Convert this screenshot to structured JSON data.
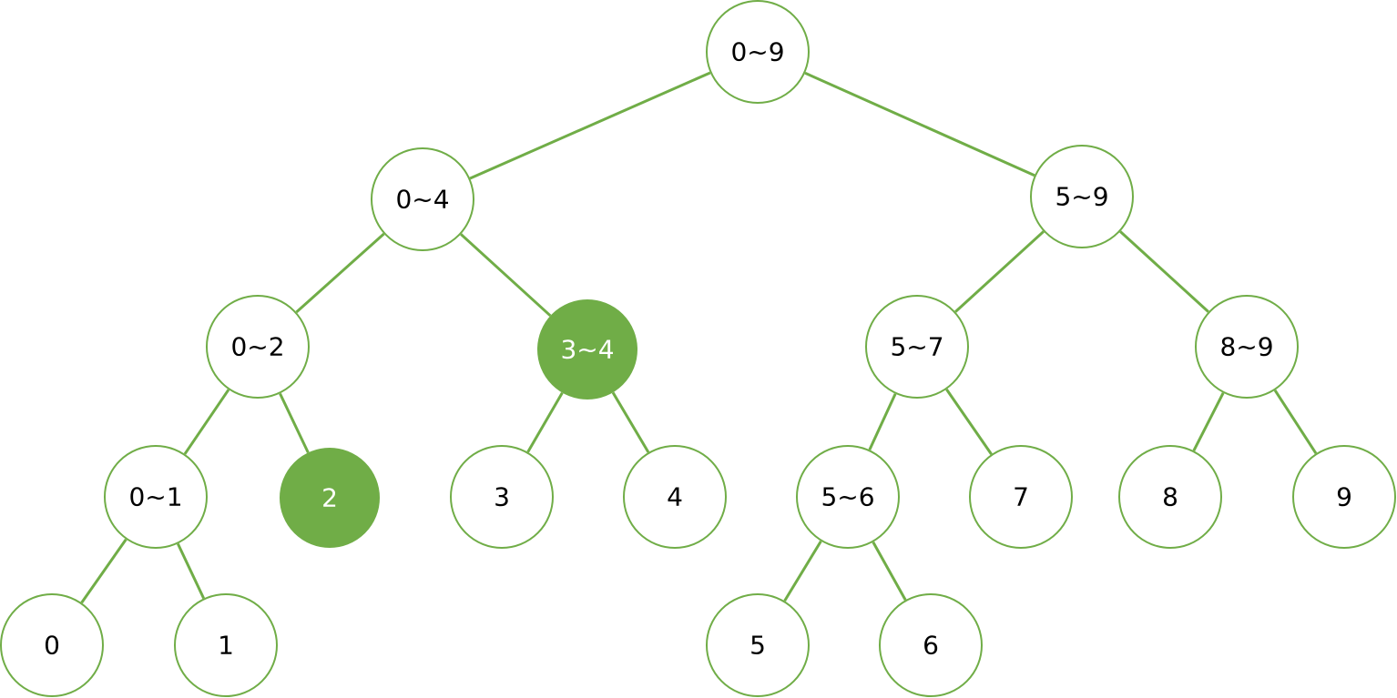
{
  "colors": {
    "accent": "#70AD47",
    "background": "#FFFFFF",
    "text_default": "#000000",
    "text_highlighted": "#FFFFFF"
  },
  "tree": {
    "nodes": [
      {
        "id": "n0-9",
        "label": "0~9",
        "highlighted": false
      },
      {
        "id": "n0-4",
        "label": "0~4",
        "highlighted": false
      },
      {
        "id": "n5-9",
        "label": "5~9",
        "highlighted": false
      },
      {
        "id": "n0-2",
        "label": "0~2",
        "highlighted": false
      },
      {
        "id": "n3-4",
        "label": "3~4",
        "highlighted": true
      },
      {
        "id": "n5-7",
        "label": "5~7",
        "highlighted": false
      },
      {
        "id": "n8-9",
        "label": "8~9",
        "highlighted": false
      },
      {
        "id": "n0-1",
        "label": "0~1",
        "highlighted": false
      },
      {
        "id": "n2",
        "label": "2",
        "highlighted": true
      },
      {
        "id": "n3",
        "label": "3",
        "highlighted": false
      },
      {
        "id": "n4",
        "label": "4",
        "highlighted": false
      },
      {
        "id": "n5-6",
        "label": "5~6",
        "highlighted": false
      },
      {
        "id": "n7",
        "label": "7",
        "highlighted": false
      },
      {
        "id": "n8",
        "label": "8",
        "highlighted": false
      },
      {
        "id": "n9",
        "label": "9",
        "highlighted": false
      },
      {
        "id": "n0",
        "label": "0",
        "highlighted": false
      },
      {
        "id": "n1",
        "label": "1",
        "highlighted": false
      },
      {
        "id": "n5",
        "label": "5",
        "highlighted": false
      },
      {
        "id": "n6",
        "label": "6",
        "highlighted": false
      }
    ],
    "edges": [
      {
        "from": "n0-9",
        "to": "n0-4"
      },
      {
        "from": "n0-9",
        "to": "n5-9"
      },
      {
        "from": "n0-4",
        "to": "n0-2"
      },
      {
        "from": "n0-4",
        "to": "n3-4"
      },
      {
        "from": "n5-9",
        "to": "n5-7"
      },
      {
        "from": "n5-9",
        "to": "n8-9"
      },
      {
        "from": "n0-2",
        "to": "n0-1"
      },
      {
        "from": "n0-2",
        "to": "n2"
      },
      {
        "from": "n3-4",
        "to": "n3"
      },
      {
        "from": "n3-4",
        "to": "n4"
      },
      {
        "from": "n5-7",
        "to": "n5-6"
      },
      {
        "from": "n5-7",
        "to": "n7"
      },
      {
        "from": "n8-9",
        "to": "n8"
      },
      {
        "from": "n8-9",
        "to": "n9"
      },
      {
        "from": "n0-1",
        "to": "n0"
      },
      {
        "from": "n0-1",
        "to": "n1"
      },
      {
        "from": "n5-6",
        "to": "n5"
      },
      {
        "from": "n5-6",
        "to": "n6"
      }
    ]
  }
}
